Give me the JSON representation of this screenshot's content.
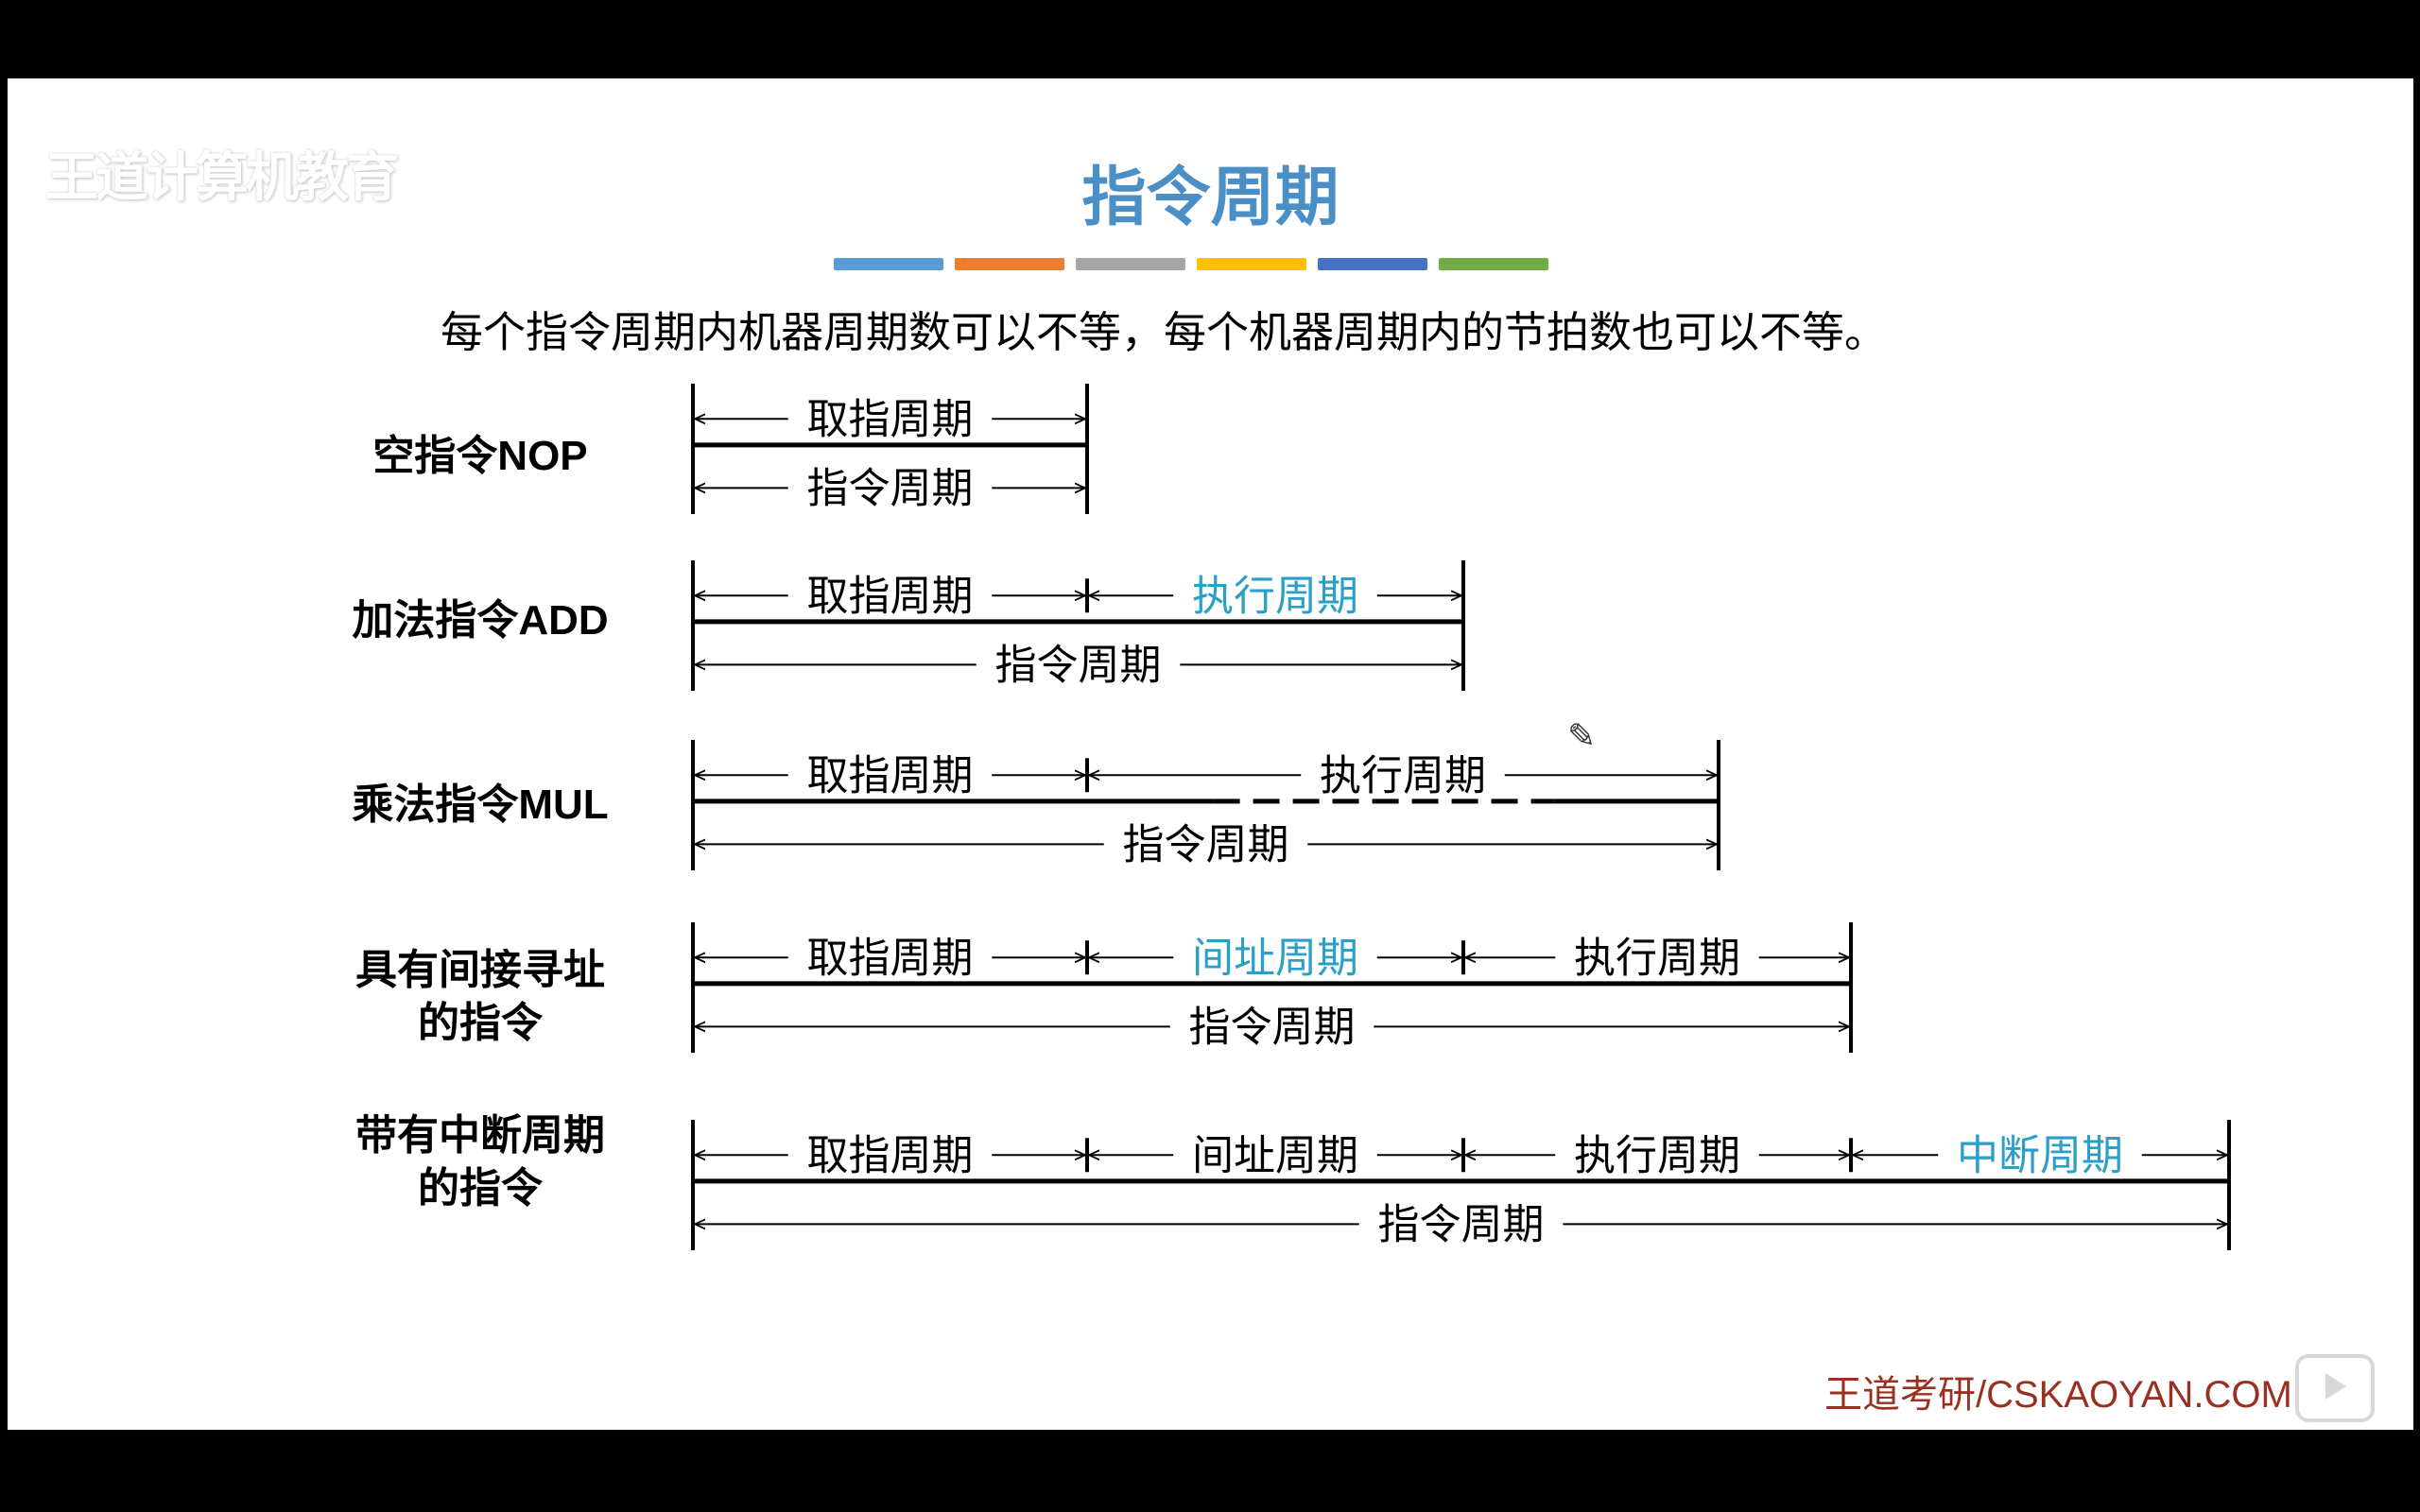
{
  "watermark": "王道计算机教育",
  "title": "指令周期",
  "subtitle": "每个指令周期内机器周期数可以不等，每个机器周期内的节拍数也可以不等。",
  "footer": "王道考研/CSKAOYAN.COM",
  "colors": {
    "title": "#4a90c6",
    "highlight": "#2aa0c8",
    "bars": [
      "#5b9bd5",
      "#ed7d31",
      "#a5a5a5",
      "#ffc000",
      "#4472c4",
      "#70ad47"
    ]
  },
  "icons": [
    "pencil-cursor-icon",
    "play-button-icon"
  ],
  "rows": [
    {
      "label": [
        "空指令NOP"
      ],
      "segments": [
        {
          "text": "取指周期",
          "highlight": false,
          "dashed": false
        }
      ],
      "total": "指令周期"
    },
    {
      "label": [
        "加法指令ADD"
      ],
      "segments": [
        {
          "text": "取指周期",
          "highlight": false,
          "dashed": false
        },
        {
          "text": "执行周期",
          "highlight": true,
          "dashed": false
        }
      ],
      "total": "指令周期"
    },
    {
      "label": [
        "乘法指令MUL"
      ],
      "segments": [
        {
          "text": "取指周期",
          "highlight": false,
          "dashed": false
        },
        {
          "text": "执行周期",
          "highlight": false,
          "dashed": true
        }
      ],
      "total": "指令周期"
    },
    {
      "label": [
        "具有间接寻址",
        "的指令"
      ],
      "segments": [
        {
          "text": "取指周期",
          "highlight": false,
          "dashed": false
        },
        {
          "text": "间址周期",
          "highlight": true,
          "dashed": false
        },
        {
          "text": "执行周期",
          "highlight": false,
          "dashed": false
        }
      ],
      "total": "指令周期"
    },
    {
      "label": [
        "带有中断周期",
        "的指令"
      ],
      "segments": [
        {
          "text": "取指周期",
          "highlight": false,
          "dashed": false
        },
        {
          "text": "间址周期",
          "highlight": false,
          "dashed": false
        },
        {
          "text": "执行周期",
          "highlight": false,
          "dashed": false
        },
        {
          "text": "中断周期",
          "highlight": true,
          "dashed": false
        }
      ],
      "total": "指令周期"
    }
  ]
}
